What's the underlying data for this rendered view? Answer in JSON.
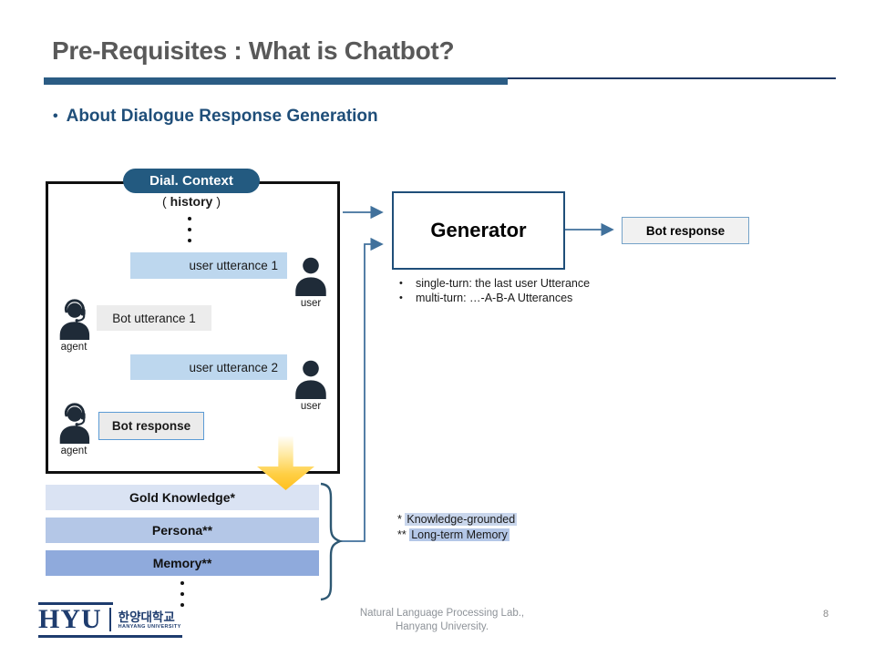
{
  "slide": {
    "title": "Pre-Requisites : What is Chatbot?",
    "bullet_char": "•",
    "subtitle": "About Dialogue Response Generation",
    "page_number": "8"
  },
  "dialog_panel": {
    "pill_label": "Dial. Context",
    "history": {
      "open": "(",
      "word": "history",
      "close": ")"
    },
    "messages": {
      "user1": {
        "text": "user utterance 1",
        "speaker": "user"
      },
      "bot1": {
        "text": "Bot utterance 1",
        "speaker": "agent"
      },
      "user2": {
        "text": "user utterance 2",
        "speaker": "user"
      },
      "bot2": {
        "text": "Bot response",
        "speaker": "agent"
      }
    }
  },
  "generator": {
    "label": "Generator",
    "bullets": [
      "single-turn: the last user Utterance",
      "multi-turn: …-A-B-A Utterances"
    ],
    "output_label": "Bot response"
  },
  "context_sources": [
    "Gold Knowledge*",
    "Persona**",
    "Memory**"
  ],
  "footnotes": {
    "first": {
      "marker": "*",
      "text": "Knowledge-grounded"
    },
    "second": {
      "marker": "**",
      "text": "Long-term Memory"
    }
  },
  "footer": {
    "lab_line1": "Natural Language Processing Lab.,",
    "lab_line2": "Hanyang University.",
    "logo": {
      "acronym": "HYU",
      "korean": "한양대학교",
      "english": "HANYANG UNIVERSITY"
    }
  },
  "colors": {
    "accent_bar": "#2B5C84",
    "title_text": "#595959",
    "subtitle_text": "#1F4E79",
    "pill_bg": "#235A80",
    "user_utterance_bg": "#BDD7EE",
    "bot_utterance_bg": "#ECECEC",
    "gold_knowledge_bg": "#DAE3F3",
    "persona_bg": "#B4C7E7",
    "memory_bg": "#8FAADC",
    "connector": "#41719C",
    "generator_border": "#1F4E79",
    "down_arrow": "#FFC01E"
  }
}
